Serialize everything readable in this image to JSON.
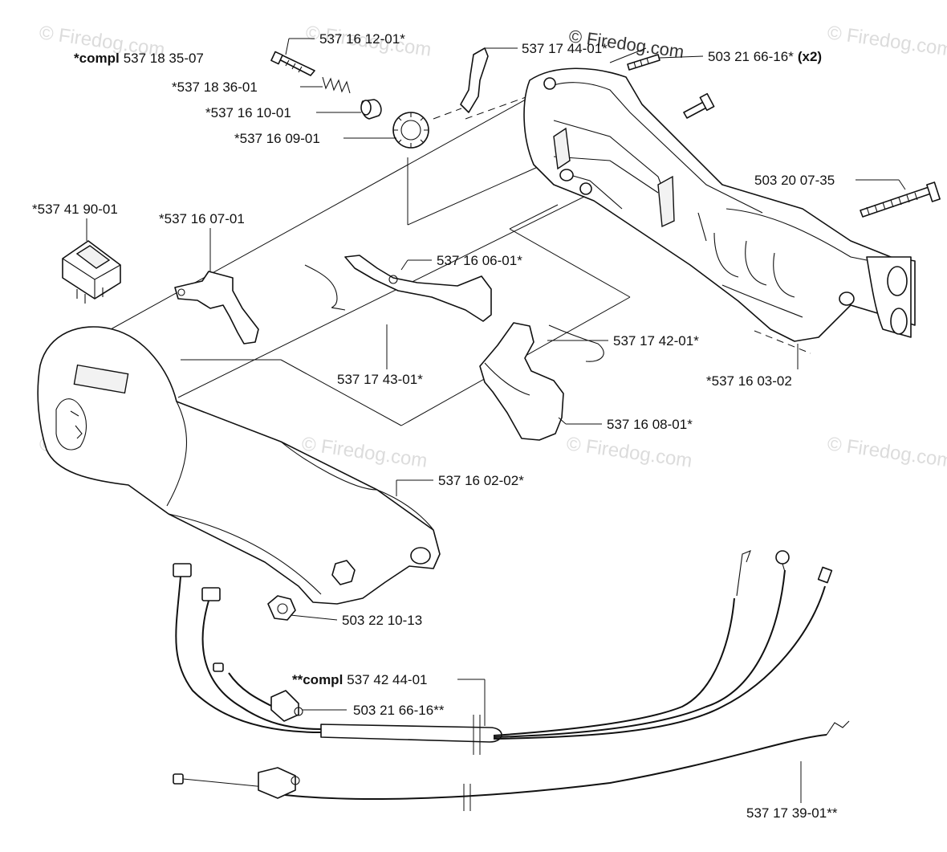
{
  "watermark": {
    "text": "© Firedog.com"
  },
  "labels": {
    "compl_top_prefix": "*compl",
    "compl_top_num": "537 18 35-07",
    "p_537161201": "537 16 12-01*",
    "p_537183601": "*537 18 36-01",
    "p_537161001": "*537 16 10-01",
    "p_537160901": "*537 16 09-01",
    "p_537174401": "537 17 44-01*",
    "p_503216616x2_num": "503 21 66-16*",
    "p_503216616x2_qty": "(x2)",
    "p_503200735": "503 20 07-35",
    "p_537419001": "*537 41 90-01",
    "p_537160701": "*537 16 07-01",
    "p_537160601": "537 16 06-01*",
    "p_537174201": "537 17 42-01*",
    "p_537174301": "537 17 43-01*",
    "p_537160302": "*537 16 03-02",
    "p_537160801": "537 16 08-01*",
    "p_537160202": "537 16 02-02*",
    "p_503221013": "503 22 10-13",
    "compl_wire_prefix": "**compl",
    "compl_wire_num": "537 42 44-01",
    "p_503216616ss": "503 21 66-16**",
    "p_537173901": "537 17 39-01**"
  }
}
